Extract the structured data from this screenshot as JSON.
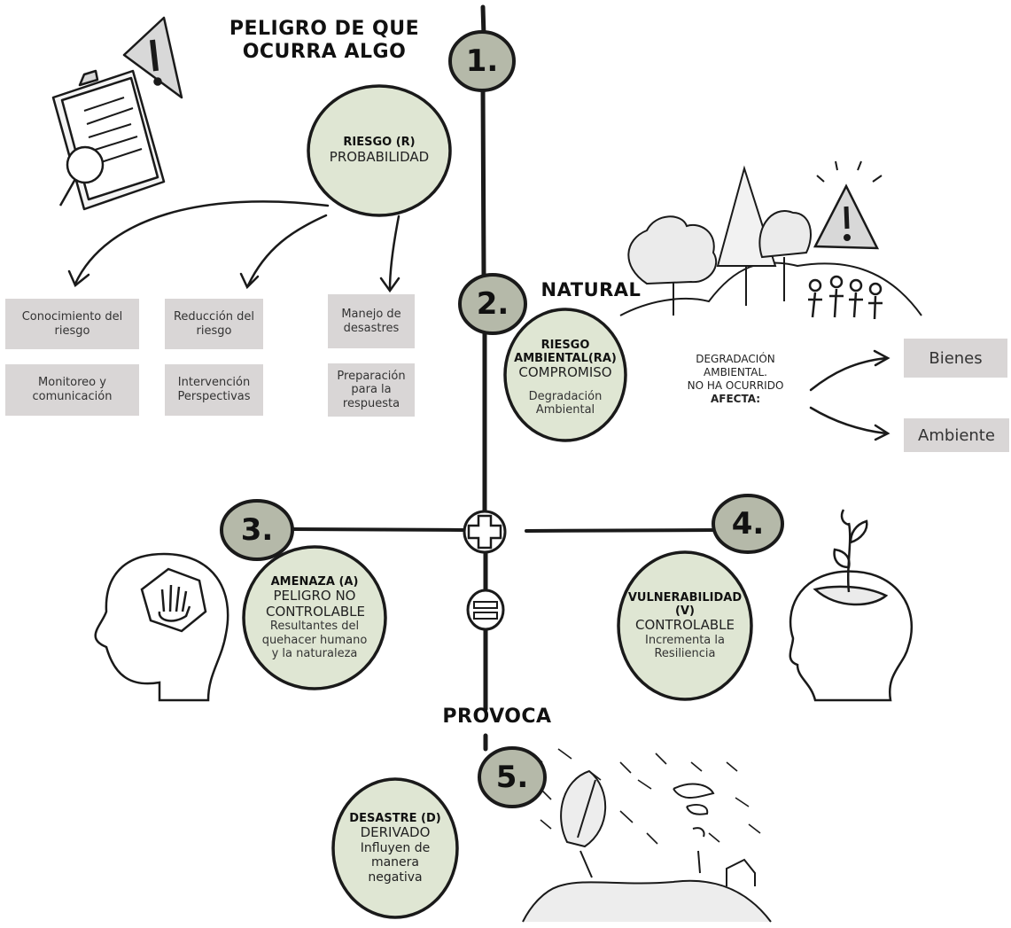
{
  "top_heading": "PELIGRO DE QUE OCURRA ALGO",
  "steps": {
    "one": "1.",
    "two": "2.",
    "three": "3.",
    "four": "4.",
    "five": "5."
  },
  "natural_label": "NATURAL",
  "provoca_label": "PROVOCA",
  "riesgo": {
    "title": "RIESGO (R)",
    "subtitle": "PROBABILIDAD"
  },
  "actions": [
    {
      "label": "Conocimiento del riesgo"
    },
    {
      "label": "Reducción del riesgo"
    },
    {
      "label": "Manejo de desastres"
    },
    {
      "label": "Monitoreo y comunicación"
    },
    {
      "label": "Intervención Perspectivas"
    },
    {
      "label": "Preparación para la respuesta"
    }
  ],
  "riesgo_ambiental": {
    "title": "RIESGO AMBIENTAL(RA)",
    "subtitle": "COMPROMISO",
    "detail": "Degradación Ambiental"
  },
  "degradation_note": {
    "line1": "DEGRADACIÓN AMBIENTAL.",
    "line2": "NO HA OCURRIDO",
    "line3": "AFECTA:"
  },
  "affects": [
    "Bienes",
    "Ambiente"
  ],
  "amenaza": {
    "title": "AMENAZA (A)",
    "subtitle": "PELIGRO NO CONTROLABLE",
    "detail": "Resultantes del quehacer humano y la naturaleza"
  },
  "vulnerabilidad": {
    "title": "VULNERABILIDAD (V)",
    "subtitle": "CONTROLABLE",
    "detail": "Incrementa la Resiliencia"
  },
  "desastre": {
    "title": "DESASTRE (D)",
    "subtitle": "DERIVADO",
    "detail": "Influyen de manera negativa"
  },
  "icons": [
    "clipboard-warning-icon",
    "trees-people-warning-icon",
    "head-stop-hand-icon",
    "head-plant-icon",
    "storm-landscape-icon",
    "plus-icon",
    "equals-icon"
  ],
  "colors": {
    "circle_fill": "#dfe6d3",
    "number_fill": "#b5b9a9",
    "box_fill": "#d9d6d6",
    "line": "#1a1a1a"
  }
}
